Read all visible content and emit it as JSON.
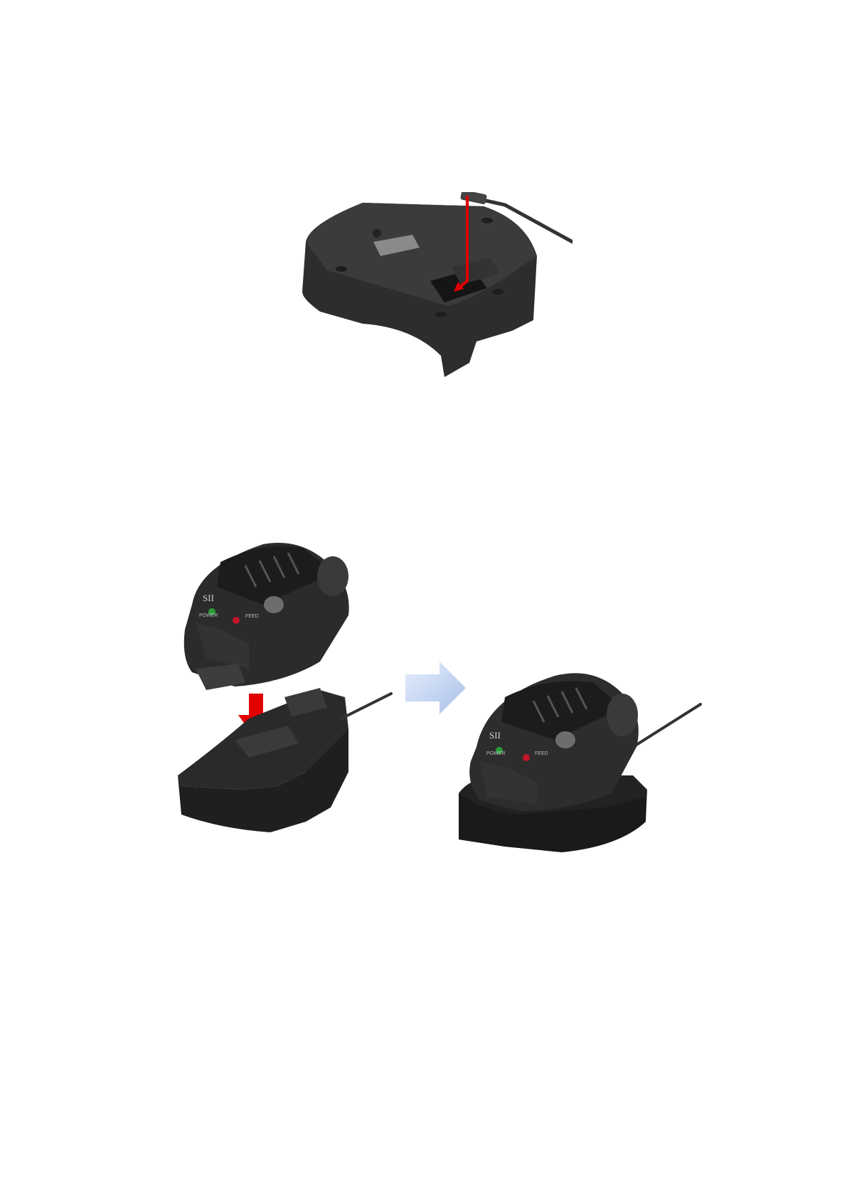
{
  "page": {
    "background": "#ffffff"
  },
  "colors": {
    "body_dark": "#2b2b2b",
    "body_mid": "#3a3a3a",
    "body_light": "#555555",
    "highlight": "#7a7a7a",
    "arrow_red": "#e00000",
    "arrow_blue_light": "#e6eefb",
    "arrow_blue_dark": "#a9c0ea",
    "led_green": "#2a9d3a",
    "led_red": "#c0152a"
  },
  "printer": {
    "brand_mark": "SII",
    "left_button": "POWER",
    "right_button": "FEED"
  },
  "figures": [
    {
      "name": "cradle-cable-connection",
      "icon": "usb-cable-icon"
    },
    {
      "name": "printer-into-cradle",
      "icon": "insert-arrow-icon"
    },
    {
      "name": "printer-seated-in-cradle",
      "icon": "next-step-arrow-icon"
    }
  ]
}
